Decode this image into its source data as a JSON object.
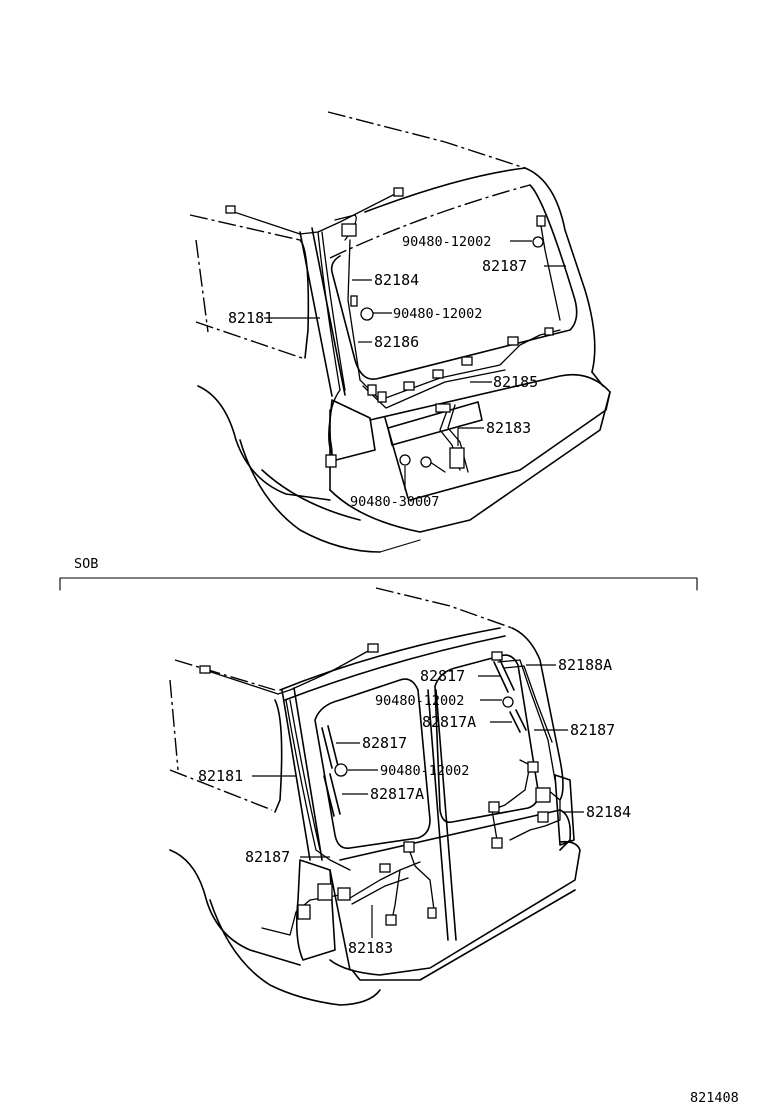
{
  "top_view": {
    "labels": {
      "p82181": "82181",
      "p82184": "82184",
      "p82186": "82186",
      "p82187": "82187",
      "p82185": "82185",
      "p82183": "82183",
      "clip_a": "90480-12002",
      "clip_b": "90480-12002",
      "clip_c": "90480-30007"
    }
  },
  "section_label": "SOB",
  "bottom_view": {
    "labels": {
      "p82188a": "82188A",
      "p82817_top": "82817",
      "clip_top": "90480-12002",
      "p82817a_top": "82817A",
      "p82187_right": "82187",
      "p82817_left": "82817",
      "clip_left": "90480-12002",
      "p82817a_left": "82817A",
      "p82181": "82181",
      "p82184": "82184",
      "p82187_left": "82187",
      "p82183": "82183"
    }
  },
  "figure_number": "821408"
}
